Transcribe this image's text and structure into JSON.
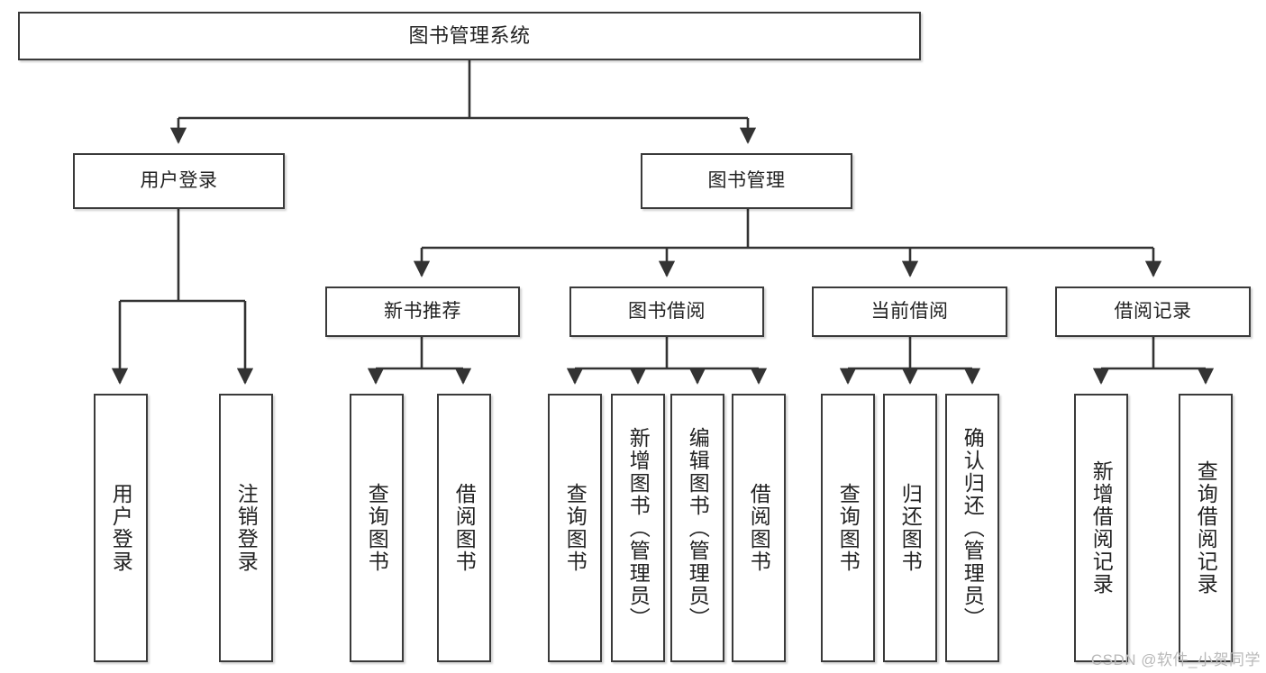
{
  "diagram": {
    "title": "图书管理系统",
    "watermark": "CSDN @软件_小贺同学",
    "colors": {
      "background": "#ffffff",
      "box_border": "#3a3a3a",
      "text": "#222222",
      "connector": "#333333",
      "watermark": "#b9b9b9"
    },
    "nodes": {
      "root": {
        "label": "图书管理系统"
      },
      "level1": [
        {
          "id": "user-login",
          "label": "用户登录"
        },
        {
          "id": "book-manage",
          "label": "图书管理"
        }
      ],
      "level2": [
        {
          "id": "new-book-recommend",
          "label": "新书推荐"
        },
        {
          "id": "book-borrow",
          "label": "图书借阅"
        },
        {
          "id": "current-borrow",
          "label": "当前借阅"
        },
        {
          "id": "borrow-record",
          "label": "借阅记录"
        }
      ],
      "leaves": {
        "user_login": [
          {
            "id": "leaf-user-login",
            "label": "用户登录"
          },
          {
            "id": "leaf-logout-login",
            "label": "注销登录"
          }
        ],
        "new_book_recommend": [
          {
            "id": "leaf-query-book-1",
            "label": "查询图书"
          },
          {
            "id": "leaf-borrow-book-1",
            "label": "借阅图书"
          }
        ],
        "book_borrow": [
          {
            "id": "leaf-query-book-2",
            "label": "查询图书"
          },
          {
            "id": "leaf-add-book",
            "label": "新增图书（管理员）"
          },
          {
            "id": "leaf-edit-book",
            "label": "编辑图书（管理员）"
          },
          {
            "id": "leaf-borrow-book-2",
            "label": "借阅图书"
          }
        ],
        "current_borrow": [
          {
            "id": "leaf-query-book-3",
            "label": "查询图书"
          },
          {
            "id": "leaf-return-book",
            "label": "归还图书"
          },
          {
            "id": "leaf-confirm-return",
            "label": "确认归还（管理员）"
          }
        ],
        "borrow_record": [
          {
            "id": "leaf-add-record",
            "label": "新增借阅记录"
          },
          {
            "id": "leaf-query-record",
            "label": "查询借阅记录"
          }
        ]
      }
    }
  }
}
